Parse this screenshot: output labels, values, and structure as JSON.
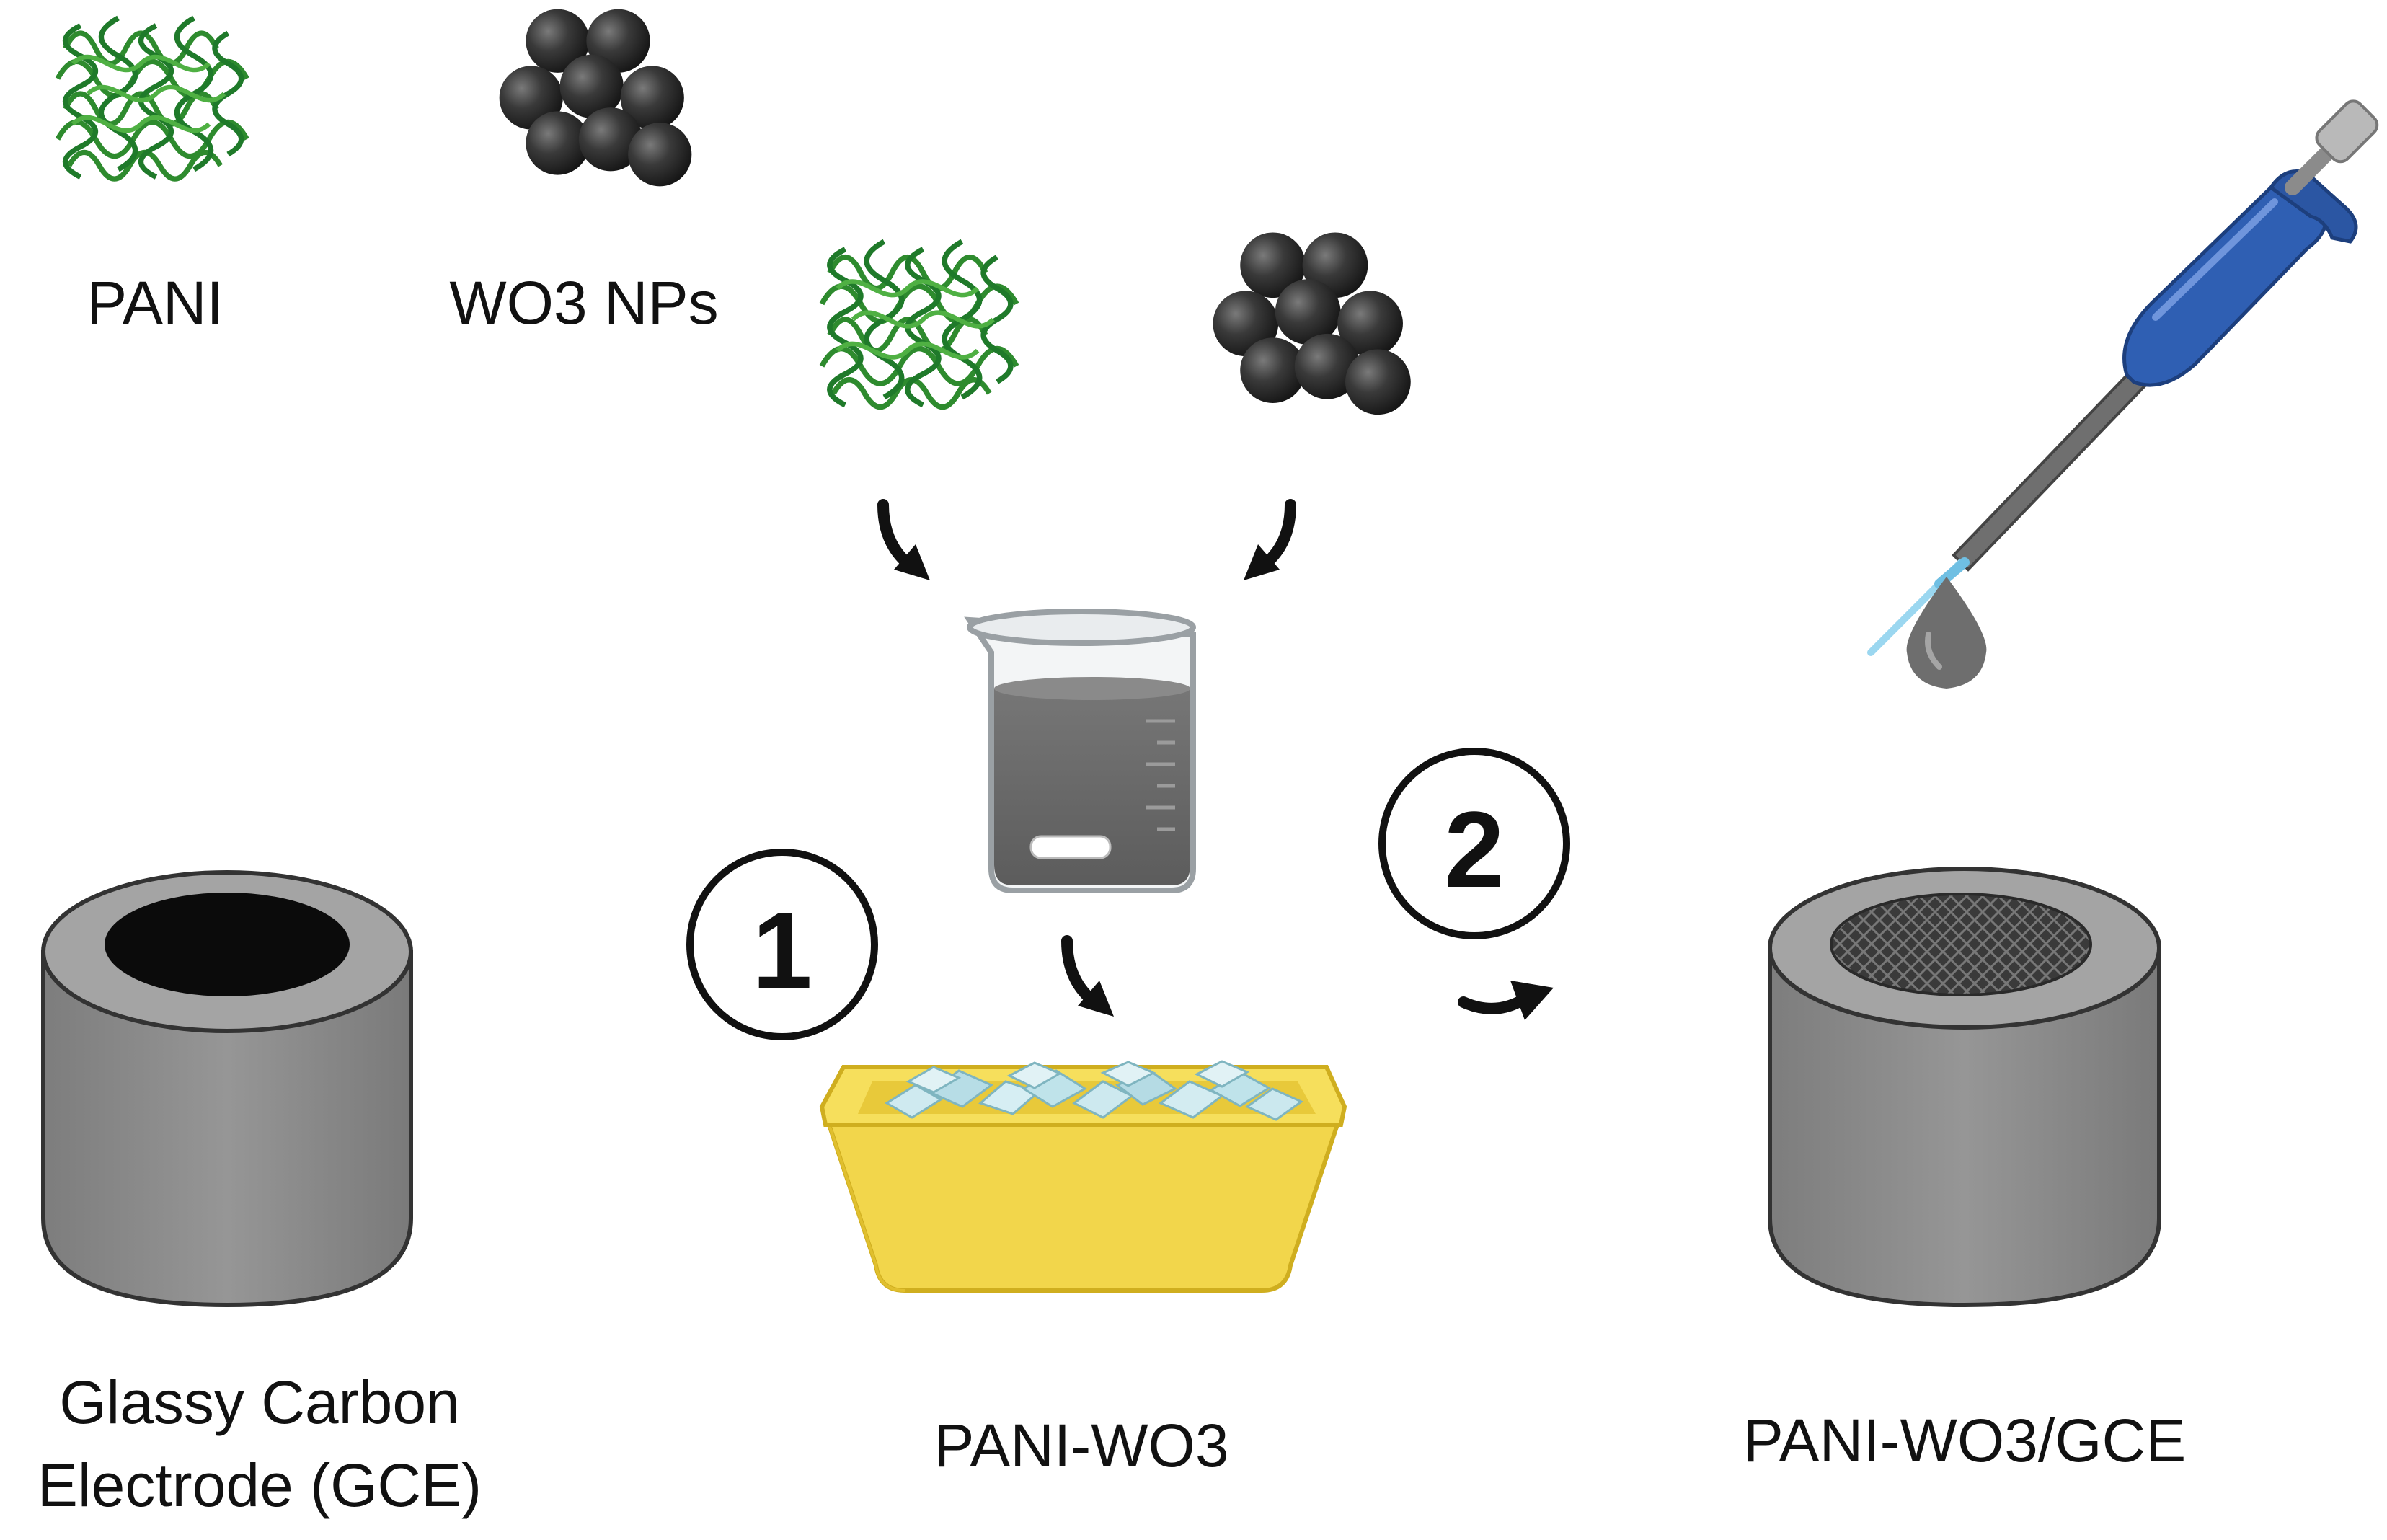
{
  "labels": {
    "pani": "PANI",
    "wo3_nps": "WO3 NPs",
    "gce_line1": "Glassy Carbon",
    "gce_line2": "Electrode (GCE)",
    "pani_wo3": "PANI-WO3",
    "pani_wo3_gce": "PANI-WO3/GCE"
  },
  "steps": {
    "step1": "1",
    "step2": "2"
  },
  "colors": {
    "pani_green": "#2e8b2e",
    "nanoparticle": "#2b2b2b",
    "electrode_gray": "#8c8c8c",
    "tray_yellow": "#f2d64b",
    "ice_blue": "#bfe3ea",
    "pipette_blue": "#2f5fb3",
    "liquid_gray": "#6b6b6b"
  },
  "icons": [
    "polymer-mesh-icon",
    "nanoparticle-cluster-icon",
    "beaker-icon",
    "ice-tray-icon",
    "pipette-icon",
    "droplet-icon",
    "electrode-icon"
  ]
}
